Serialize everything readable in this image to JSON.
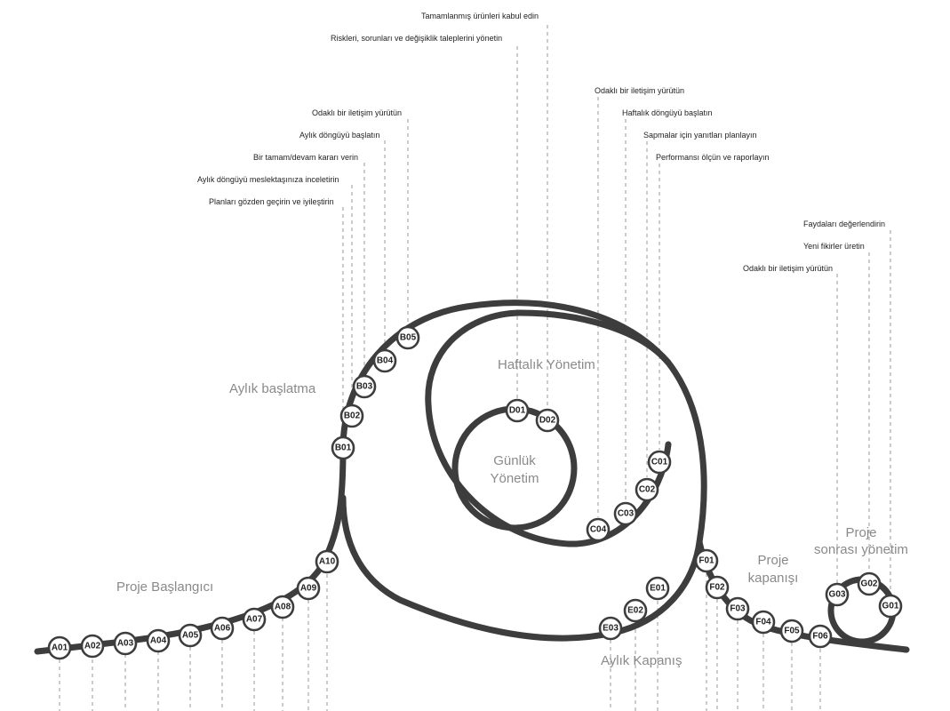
{
  "sections": {
    "project_start": "Proje Başlangıcı",
    "monthly_start": "Aylık başlatma",
    "weekly_management": "Haftalık Yönetim",
    "daily_management": [
      "Günlük",
      "Yönetim"
    ],
    "monthly_closing": "Aylık Kapanış",
    "project_closing": [
      "Proje",
      "kapanışı"
    ],
    "post_project": [
      "Proje",
      "sonrası yönetim"
    ]
  },
  "callouts": {
    "tamamlanmis": "Tamamlanmış ürünleri kabul edin",
    "riskleri": "Riskleri, sorunları ve değişiklik taleplerini yönetin",
    "b_odakli": "Odaklı bir iletişim yürütün",
    "b_aylik": "Aylık döngüyü başlatın",
    "b_tamam": "Bir tamam/devam kararı verin",
    "b_meslek": "Aylık döngüyü meslektaşınıza inceletirin",
    "b_plan": "Planları gözden geçirin ve iyileştirin",
    "c_odakli": "Odaklı bir iletişim yürütün",
    "c_haftalik": "Haftalık döngüyü başlatın",
    "c_sapma": "Sapmalar için yanıtları planlayın",
    "c_perf": "Performansı ölçün ve raporlayın",
    "g_fayda": "Faydaları değerlendirin",
    "g_fikir": "Yeni fikirler üretin",
    "g_odakli": "Odaklı bir iletişim yürütün"
  },
  "nodes": [
    "A01",
    "A02",
    "A03",
    "A04",
    "A05",
    "A06",
    "A07",
    "A08",
    "A09",
    "A10",
    "B01",
    "B02",
    "B03",
    "B04",
    "B05",
    "C01",
    "C02",
    "C03",
    "C04",
    "D01",
    "D02",
    "E01",
    "E02",
    "E03",
    "F01",
    "F02",
    "F03",
    "F04",
    "F05",
    "F06",
    "G01",
    "G02",
    "G03"
  ]
}
